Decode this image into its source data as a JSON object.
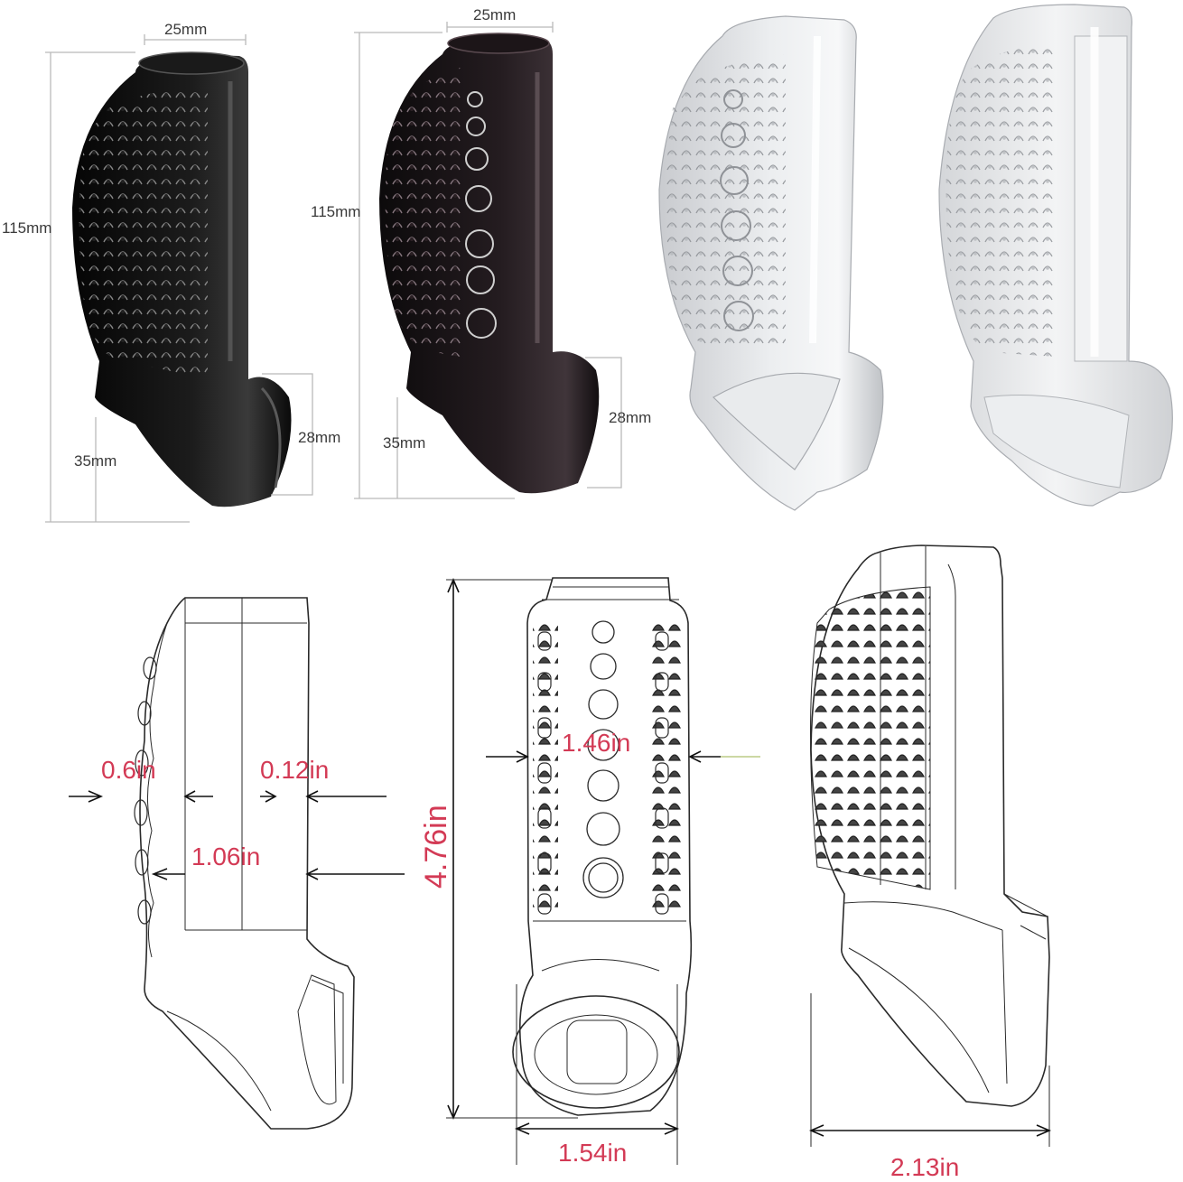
{
  "top_row": {
    "product1": {
      "width_top": "25mm",
      "height": "115mm",
      "base": "35mm",
      "ring": "28mm",
      "color": "#111111"
    },
    "product2": {
      "width_top": "25mm",
      "height": "115mm",
      "base": "35mm",
      "ring": "28mm",
      "color": "#1a1416"
    },
    "product3": {
      "color": "#d8dadd"
    },
    "product4": {
      "color": "#e6e7e9"
    }
  },
  "bottom_row": {
    "side_view": {
      "texture_depth": "0.6in",
      "wall": "0.12in",
      "inner_width": "1.06in"
    },
    "front_view": {
      "inner_width": "1.46in",
      "height": "4.76in",
      "base_width": "1.54in"
    },
    "perspective_view": {
      "base_width": "2.13in"
    }
  },
  "colors": {
    "dimension_red": "#d33a55",
    "dimension_gray": "#b9b9b9"
  }
}
